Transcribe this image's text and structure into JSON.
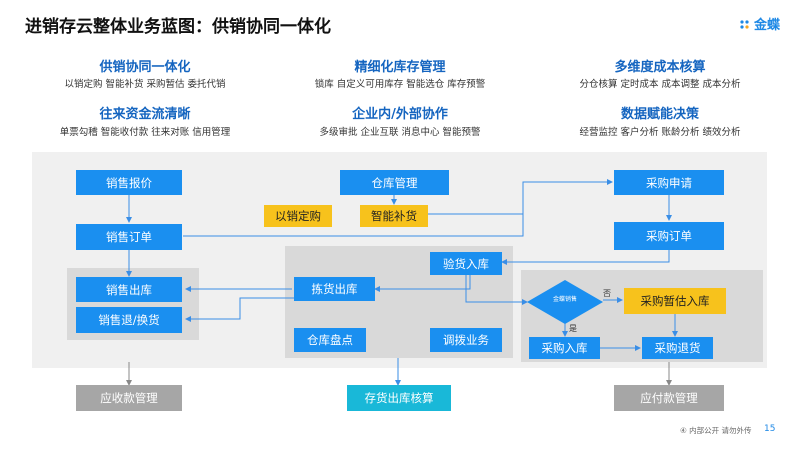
{
  "title": "进销存云整体业务蓝图：供销协同一体化",
  "logo": {
    "text": "金蝶",
    "icon": "kingdee-logo-icon"
  },
  "features": [
    {
      "title": "供销协同一体化",
      "desc": "以销定购 智能补货 采购暂估 委托代销"
    },
    {
      "title": "精细化库存管理",
      "desc": "锁库 自定义可用库存 智能选仓 库存预警"
    },
    {
      "title": "多维度成本核算",
      "desc": "分仓核算 定时成本 成本调整 成本分析"
    },
    {
      "title": "往来资金流清晰",
      "desc": "单票勾稽 智能收付款 往来对账 信用管理"
    },
    {
      "title": "企业内/外部协作",
      "desc": "多级审批 企业互联 消息中心 智能预警"
    },
    {
      "title": "数据赋能决策",
      "desc": "经营监控 客户分析 账龄分析 绩效分析"
    }
  ],
  "flow": {
    "sales_quote": "销售报价",
    "sales_order": "销售订单",
    "sales_outbound": "销售出库",
    "sales_return": "销售退/换货",
    "receivables": "应收款管理",
    "warehouse_mgmt": "仓库管理",
    "sales_driven_purchase": "以销定购",
    "smart_replenish": "智能补货",
    "picking_outbound": "拣货出库",
    "stocktake": "仓库盘点",
    "transfer": "调拨业务",
    "inspection_inbound": "验货入库",
    "inventory_costing": "存货出库核算",
    "purchase_request": "采购申请",
    "purchase_order": "采购订单",
    "decision": "金蝶销售",
    "decision_no": "否",
    "decision_yes": "是",
    "purchase_estimate": "采购暂估入库",
    "purchase_inbound": "采购入库",
    "purchase_return": "采购退货",
    "payables": "应付款管理"
  },
  "footer": "④ 内部公开 请勿外传",
  "page_number": "15"
}
